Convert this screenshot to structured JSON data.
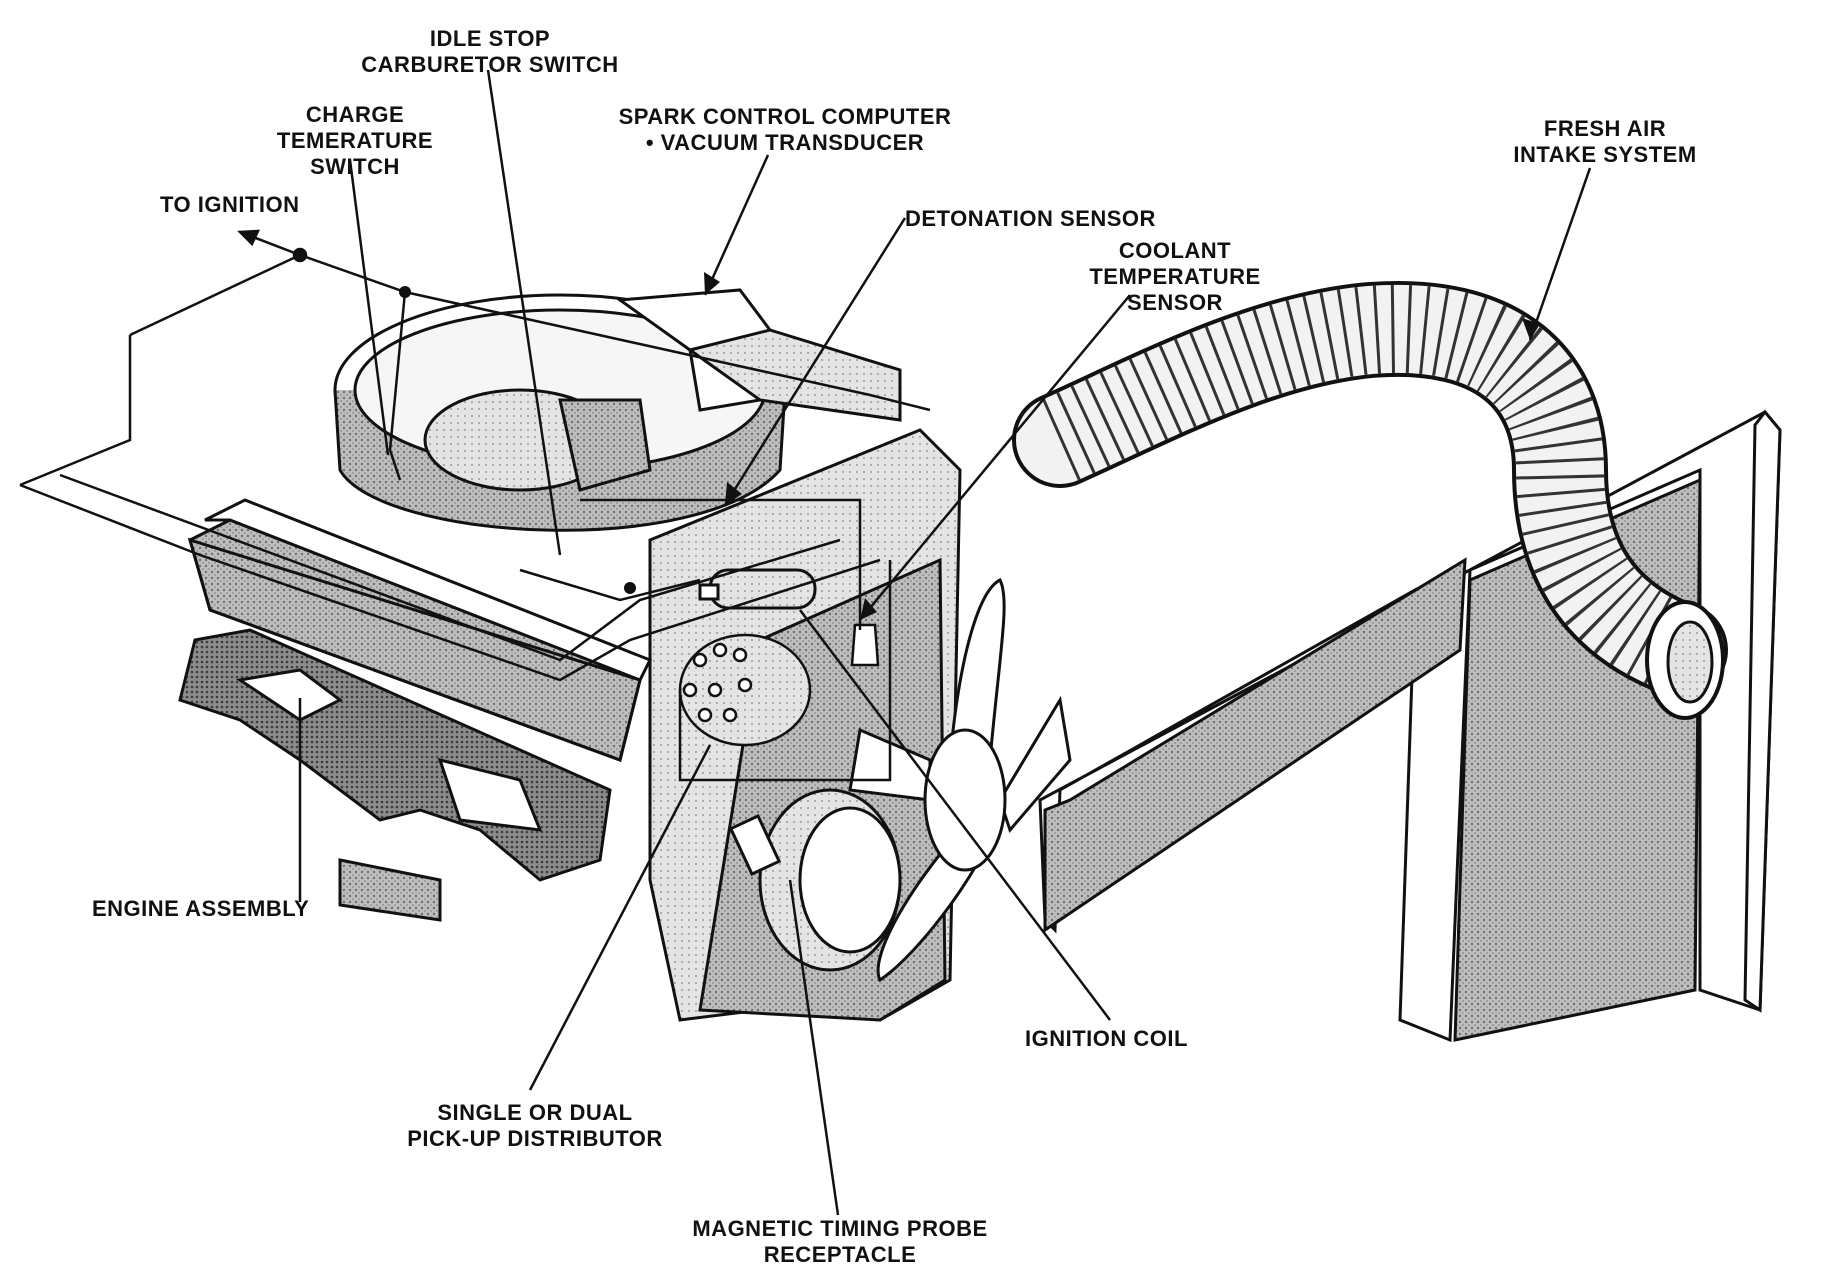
{
  "labels": {
    "idle_stop": [
      "IDLE STOP",
      "CARBURETOR SWITCH"
    ],
    "spark_control": [
      "SPARK CONTROL COMPUTER",
      "• VACUUM TRANSDUCER"
    ],
    "fresh_air": [
      "FRESH AIR",
      "INTAKE SYSTEM"
    ],
    "charge_temp": [
      "CHARGE",
      "TEMERATURE",
      "SWITCH"
    ],
    "to_ignition": "TO IGNITION",
    "detonation": "DETONATION SENSOR",
    "coolant_temp": [
      "COOLANT",
      "TEMPERATURE",
      "SENSOR"
    ],
    "engine_assembly": "ENGINE ASSEMBLY",
    "ignition_coil": "IGNITION COIL",
    "distributor": [
      "SINGLE OR DUAL",
      "PICK-UP DISTRIBUTOR"
    ],
    "timing_probe": [
      "MAGNETIC TIMING PROBE",
      "RECEPTACLE"
    ]
  },
  "colors": {
    "ink": "#111111",
    "shade": "#9a9a9a",
    "light": "#d6d6d6",
    "paper": "#ffffff"
  }
}
